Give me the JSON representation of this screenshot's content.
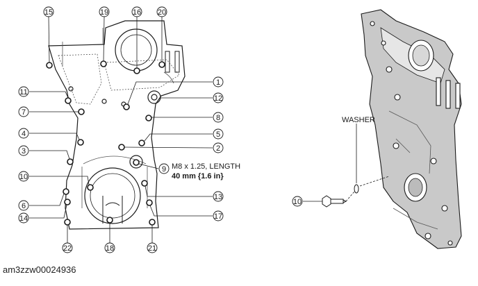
{
  "diagram": {
    "callouts": [
      "1",
      "2",
      "3",
      "4",
      "5",
      "6",
      "7",
      "8",
      "9",
      "10",
      "11",
      "12",
      "13",
      "14",
      "15",
      "16",
      "17",
      "18",
      "19",
      "20",
      "21",
      "22"
    ],
    "right_callout": "10",
    "spec_line1": "M8 x 1.25, LENGTH",
    "spec_line2": "40 mm {1.6 in}",
    "washer_label": "WASHER"
  },
  "figure_id": "am3zzw00024936",
  "colors": {
    "line": "#1a1a1a",
    "light_line": "#555555",
    "shade": "#9a9a9a",
    "background": "#ffffff"
  }
}
